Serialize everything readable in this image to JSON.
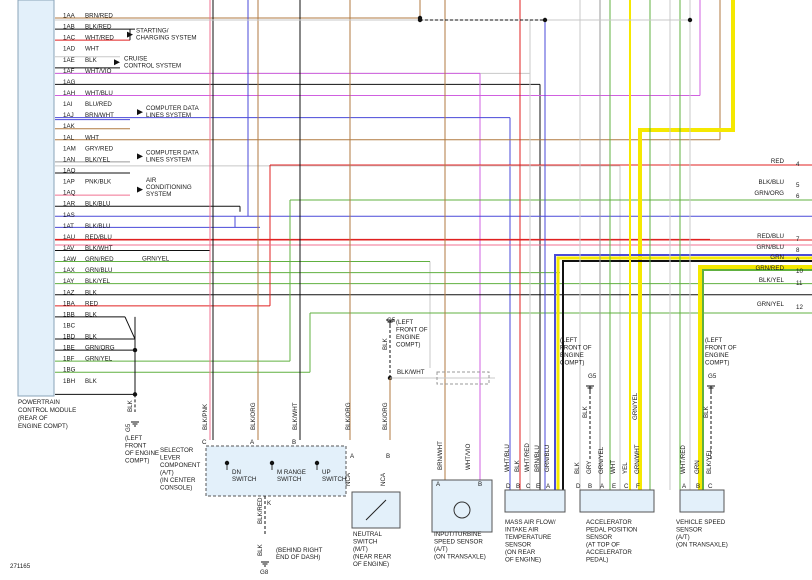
{
  "diagram": {
    "doc_id": "271165",
    "pcm_label": [
      "POWERTRAIN",
      "CONTROL MODULE",
      "(REAR OF",
      "ENGINE COMPT)"
    ],
    "pcm_pins": [
      {
        "pin": "1AA",
        "wire": "BRN/RED"
      },
      {
        "pin": "1AB",
        "wire": "BLK/RED"
      },
      {
        "pin": "1AC",
        "wire": "WHT/RED"
      },
      {
        "pin": "1AD",
        "wire": "WHT"
      },
      {
        "pin": "1AE",
        "wire": "BLK"
      },
      {
        "pin": "1AF",
        "wire": "WHT/VIO"
      },
      {
        "pin": "1AG",
        "wire": ""
      },
      {
        "pin": "1AH",
        "wire": "WHT/BLU"
      },
      {
        "pin": "1AI",
        "wire": "BLU/RED"
      },
      {
        "pin": "1AJ",
        "wire": "BRN/WHT"
      },
      {
        "pin": "1AK",
        "wire": ""
      },
      {
        "pin": "1AL",
        "wire": "WHT"
      },
      {
        "pin": "1AM",
        "wire": "GRY/RED"
      },
      {
        "pin": "1AN",
        "wire": "BLK/YEL"
      },
      {
        "pin": "1AO",
        "wire": ""
      },
      {
        "pin": "1AP",
        "wire": "PNK/BLK"
      },
      {
        "pin": "1AQ",
        "wire": ""
      },
      {
        "pin": "1AR",
        "wire": "BLK/BLU"
      },
      {
        "pin": "1AS",
        "wire": ""
      },
      {
        "pin": "1AT",
        "wire": "BLK/BLU"
      },
      {
        "pin": "1AU",
        "wire": "RED/BLU"
      },
      {
        "pin": "1AV",
        "wire": "BLK/WHT"
      },
      {
        "pin": "1AW",
        "wire": "GRN/RED"
      },
      {
        "pin": "1AX",
        "wire": "GRN/BLU"
      },
      {
        "pin": "1AY",
        "wire": "BLK/YEL"
      },
      {
        "pin": "1AZ",
        "wire": "BLK"
      },
      {
        "pin": "1BA",
        "wire": "RED"
      },
      {
        "pin": "1BB",
        "wire": "BLK"
      },
      {
        "pin": "1BC",
        "wire": ""
      },
      {
        "pin": "1BD",
        "wire": "BLK"
      },
      {
        "pin": "1BE",
        "wire": "GRN/ORG"
      },
      {
        "pin": "1BF",
        "wire": "GRN/YEL"
      },
      {
        "pin": "1BG",
        "wire": ""
      },
      {
        "pin": "1BH",
        "wire": "BLK"
      }
    ],
    "subsystems": {
      "starting": [
        "STARTING/",
        "CHARGING SYSTEM"
      ],
      "cruise": [
        "CRUISE",
        "CONTROL SYSTEM"
      ],
      "cdl1": [
        "COMPUTER DATA",
        "LINES SYSTEM"
      ],
      "cdl2": [
        "COMPUTER DATA",
        "LINES SYSTEM"
      ],
      "ac": [
        "AIR",
        "CONDITIONING",
        "SYSTEM"
      ]
    },
    "splice_label": "GRN/YEL",
    "right_wires": [
      {
        "label": "RED",
        "num": "4"
      },
      {
        "label": "BLK/BLU",
        "num": "5"
      },
      {
        "label": "GRN/ORG",
        "num": "6"
      },
      {
        "label": "RED/BLU",
        "num": "7"
      },
      {
        "label": "GRN/BLU",
        "num": "8"
      },
      {
        "label": "GRN",
        "num": "9"
      },
      {
        "label": "GRN/RED",
        "num": "10"
      },
      {
        "label": "BLK/YEL",
        "num": "11"
      },
      {
        "label": "GRN/YEL",
        "num": "12"
      }
    ],
    "g5_left": {
      "wire": "BLK",
      "ground": "G5",
      "label": [
        "(LEFT",
        "FRONT",
        "OF ENGINE",
        "COMPT)"
      ]
    },
    "g5_mid": {
      "ground": "G5",
      "label": [
        "(LEFT",
        "FRONT OF",
        "ENGINE",
        "COMPT)"
      ],
      "wire": "BLK",
      "splice_wire": "BLK/WHT"
    },
    "g5_app": {
      "ground": "G5",
      "label": [
        "(LEFT",
        "FRONT OF",
        "ENGINE",
        "COMPT)"
      ],
      "wire": "BLK"
    },
    "g5_vss": {
      "ground": "G5",
      "label": [
        "(LEFT",
        "FRONT OF",
        "ENGINE",
        "COMPT)"
      ],
      "wire": "BLK"
    },
    "selector": {
      "wires": [
        "BLK/PNK",
        "BLK/ORG",
        "BLK/WHT"
      ],
      "pins": [
        "C",
        "A",
        "B"
      ],
      "switches": [
        [
          "DN",
          "SWITCH"
        ],
        [
          "M RANGE",
          "SWITCH"
        ],
        [
          "UP",
          "SWITCH"
        ]
      ],
      "bottom_wire": "BLK/RED",
      "bottom_pin": "K",
      "bottom_wire2": "BLK",
      "label": [
        "SELECTOR",
        "LEVER",
        "COMPONENT",
        "(A/T)",
        "(IN CENTER",
        "CONSOLE)"
      ]
    },
    "g8": {
      "ground": "G8",
      "label": [
        "(BEHIND RIGHT",
        "END OF DASH)"
      ]
    },
    "neutral": {
      "wires": [
        "BLK/ORG",
        "BLK/ORG"
      ],
      "pins": [
        "A",
        "B"
      ],
      "text": [
        "NCA",
        "NCA"
      ],
      "label": [
        "NEUTRAL",
        "SWITCH",
        "(M/T)",
        "(NEAR REAR",
        "OF ENGINE)"
      ]
    },
    "tss": {
      "wires": [
        "BRN/WHT",
        "WHT/VIO"
      ],
      "pins": [
        "A",
        "B"
      ],
      "label": [
        "INPUT/TURBINE",
        "SPEED SENSOR",
        "(A/T)",
        "(ON TRANSAXLE)"
      ]
    },
    "maf": {
      "wires": [
        "WHT/BLU",
        "BLK",
        "WHT/RED",
        "BRN/BLU",
        "GRN/BLU"
      ],
      "pins": [
        "D",
        "B",
        "C",
        "E",
        "A"
      ],
      "label": [
        "MASS AIR FLOW/",
        "INTAKE AIR",
        "TEMPERATURE",
        "SENSOR",
        "(ON REAR",
        "OF ENGINE)"
      ]
    },
    "app": {
      "wires": [
        "BLK",
        "GRY",
        "GRN/YEL",
        "WHT",
        "YEL",
        "GRN/WHT"
      ],
      "side_wire": "GRN/YEL",
      "pins": [
        "D",
        "B",
        "A",
        "E",
        "C",
        "F"
      ],
      "label": [
        "ACCELERATOR",
        "PEDAL POSITION",
        "SENSOR",
        "(AT TOP OF",
        "ACCELERATOR",
        "PEDAL)"
      ]
    },
    "vss": {
      "wires": [
        "WHT/RED",
        "GRN",
        "BLK/YEL"
      ],
      "pins": [
        "A",
        "B",
        "C"
      ],
      "label": [
        "VEHICLE SPEED",
        "SENSOR",
        "(A/T)",
        "(ON TRANSAXLE)"
      ]
    }
  }
}
